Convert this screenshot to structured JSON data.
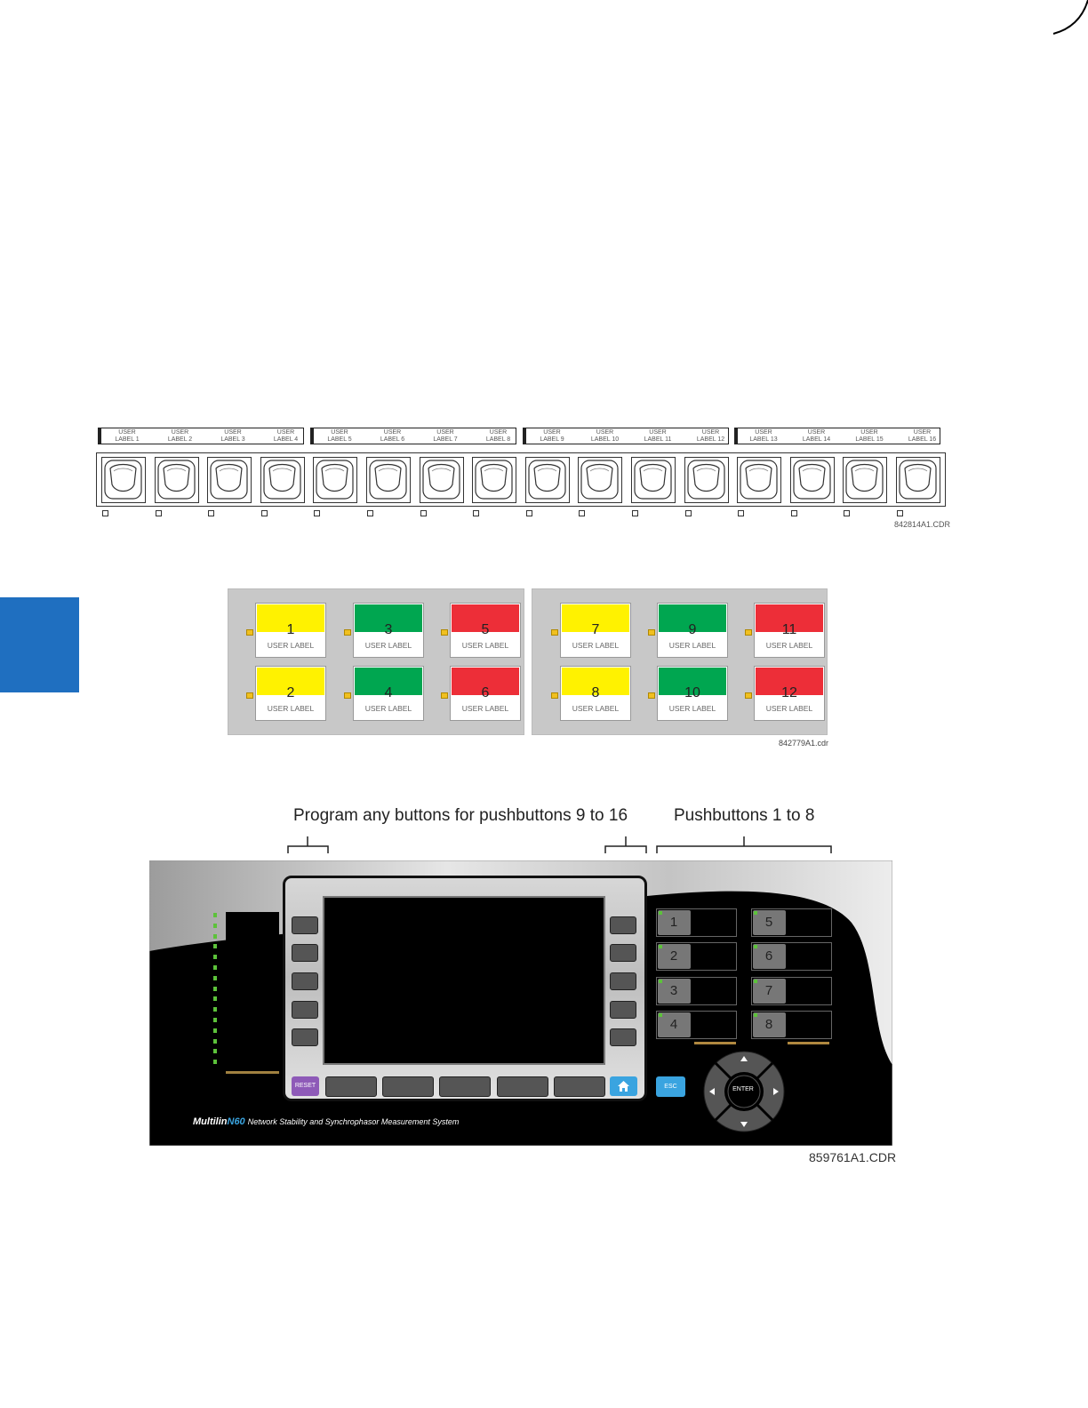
{
  "figure1": {
    "labels": [
      "USER LABEL 1",
      "USER LABEL 2",
      "USER LABEL 3",
      "USER LABEL 4",
      "USER LABEL 5",
      "USER LABEL 6",
      "USER LABEL 7",
      "USER LABEL 8",
      "USER LABEL 9",
      "USER LABEL 10",
      "USER LABEL 11",
      "USER LABEL 12",
      "USER LABEL 13",
      "USER LABEL 14",
      "USER LABEL 15",
      "USER LABEL 16"
    ],
    "code": "842814A1.CDR"
  },
  "figure2": {
    "user_label": "USER LABEL",
    "buttons": [
      {
        "num": "1",
        "color": "#fff200"
      },
      {
        "num": "2",
        "color": "#fff200"
      },
      {
        "num": "3",
        "color": "#00a650"
      },
      {
        "num": "4",
        "color": "#00a650"
      },
      {
        "num": "5",
        "color": "#ed2e38"
      },
      {
        "num": "6",
        "color": "#ed2e38"
      },
      {
        "num": "7",
        "color": "#fff200"
      },
      {
        "num": "8",
        "color": "#fff200"
      },
      {
        "num": "9",
        "color": "#00a650"
      },
      {
        "num": "10",
        "color": "#00a650"
      },
      {
        "num": "11",
        "color": "#ed2e38"
      },
      {
        "num": "12",
        "color": "#ed2e38"
      }
    ],
    "code": "842779A1.cdr"
  },
  "figure3": {
    "caption_left": "Program any buttons for pushbuttons 9 to 16",
    "caption_right": "Pushbuttons 1 to 8",
    "reset_label": "RESET",
    "esc_label": "ESC",
    "enter_label": "ENTER",
    "brand": "Multilin",
    "model": "N60",
    "description": "Network Stability and Synchrophasor Measurement System",
    "pushbuttons": [
      "1",
      "2",
      "3",
      "4",
      "5",
      "6",
      "7",
      "8"
    ],
    "code": "859761A1.CDR"
  },
  "colors": {
    "tab": "#1f6fc0",
    "yellow": "#fff200",
    "green": "#00a650",
    "red": "#ed2e38",
    "led": "#5cc23a",
    "blue_key": "#3aa4e0",
    "reset_key": "#8e5ab8"
  }
}
